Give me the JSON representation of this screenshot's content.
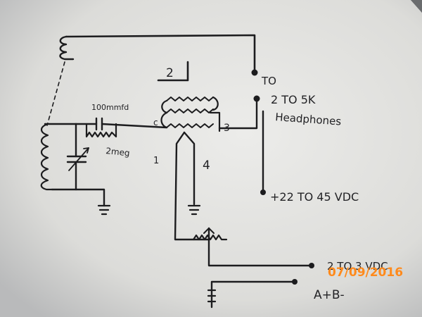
{
  "labels": {
    "out_to": "TO",
    "out_range": "2 TO 5K",
    "out_device": "Headphones",
    "plate_supply": "+22 TO 45 VDC",
    "fil_supply": "2 TO 3 VDC",
    "battery_terms": "A+B-",
    "capacitor": "100mmfd",
    "resistor": "2meg",
    "pin_grid": "c",
    "pin_2": "2",
    "pin_1": "1",
    "pin_3": "3",
    "pin_4": "4"
  },
  "date_stamp": "07/09/2016",
  "colors": {
    "paper": "#e4e4e1",
    "ink": "#1c1c1e",
    "stamp": "#ff8a1c"
  }
}
